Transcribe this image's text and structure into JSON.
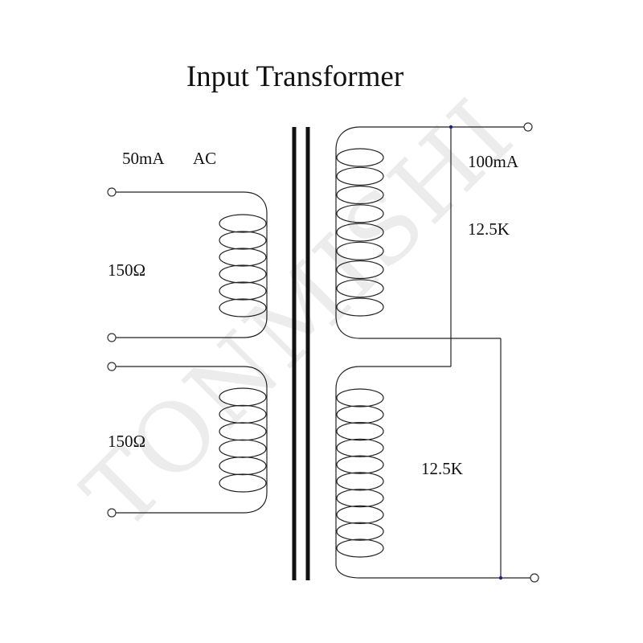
{
  "title": "Input Transformer",
  "watermark": "TONMISHI",
  "labels": {
    "primary_current": "50mA",
    "primary_type": "AC",
    "primary_top_impedance": "150Ω",
    "primary_bottom_impedance": "150Ω",
    "secondary_current": "100mA",
    "secondary_top_impedance": "12.5K",
    "secondary_bottom_impedance": "12.5K"
  },
  "colors": {
    "line": "#222222",
    "core": "#111111",
    "junction": "#1a237e",
    "watermark": "#ececec"
  }
}
